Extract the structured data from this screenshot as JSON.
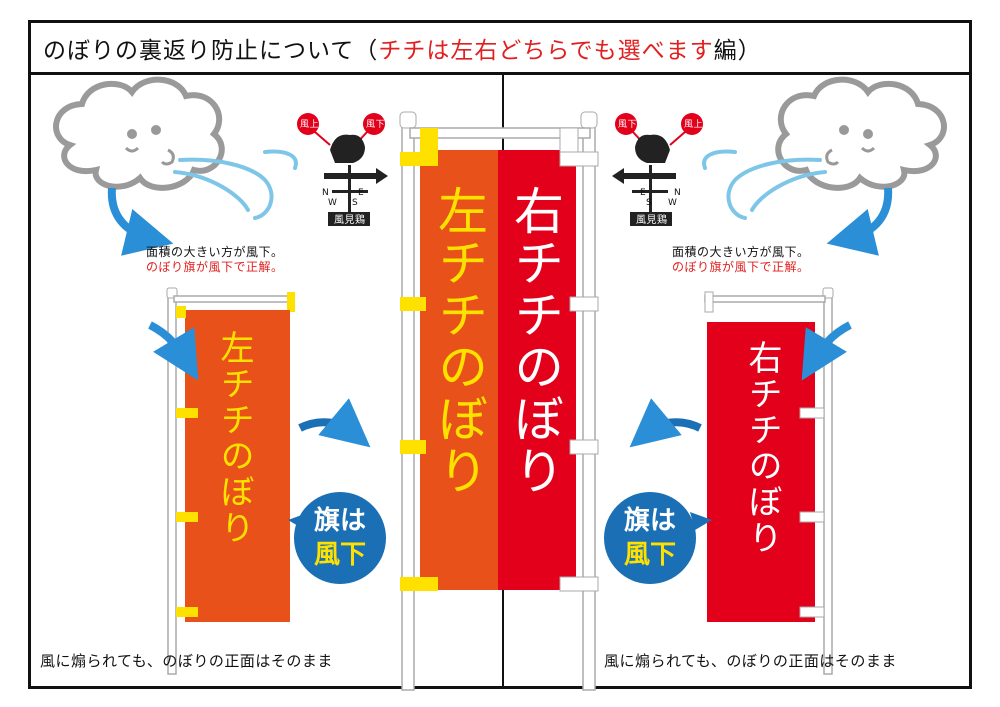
{
  "title": {
    "main": "のぼりの裏返り防止について（",
    "highlight": "チチは左右どちらでも選べます",
    "suffix": "編）"
  },
  "left_panel": {
    "note_line1": "面積の大きい方が風下。",
    "note_line2": "のぼり旗が風下で正解。",
    "banner_text": "左チチのぼり",
    "bubble_line1": "旗は",
    "bubble_line2": "風下",
    "caption": "風に煽られても、のぼりの正面はそのまま",
    "vane_tag1": "風上",
    "vane_tag2": "風下",
    "vane_plate": "風見鶏",
    "compass": [
      "N",
      "E",
      "W",
      "S"
    ]
  },
  "center": {
    "left_text": "左チチのぼり",
    "right_text": "右チチのぼり"
  },
  "right_panel": {
    "note_line1": "面積の大きい方が風下。",
    "note_line2": "のぼり旗が風下で正解。",
    "banner_text": "右チチのぼり",
    "bubble_line1": "旗は",
    "bubble_line2": "風下",
    "caption": "風に煽られても、のぼりの正面はそのまま",
    "vane_tag1": "風下",
    "vane_tag2": "風上",
    "vane_plate": "風見鶏",
    "compass": [
      "E",
      "N",
      "S",
      "W"
    ]
  },
  "colors": {
    "orange": "#e8521a",
    "red": "#e3001b",
    "yellow": "#ffe100",
    "blue": "#1b6fb5",
    "wind": "#7ec6e8"
  }
}
